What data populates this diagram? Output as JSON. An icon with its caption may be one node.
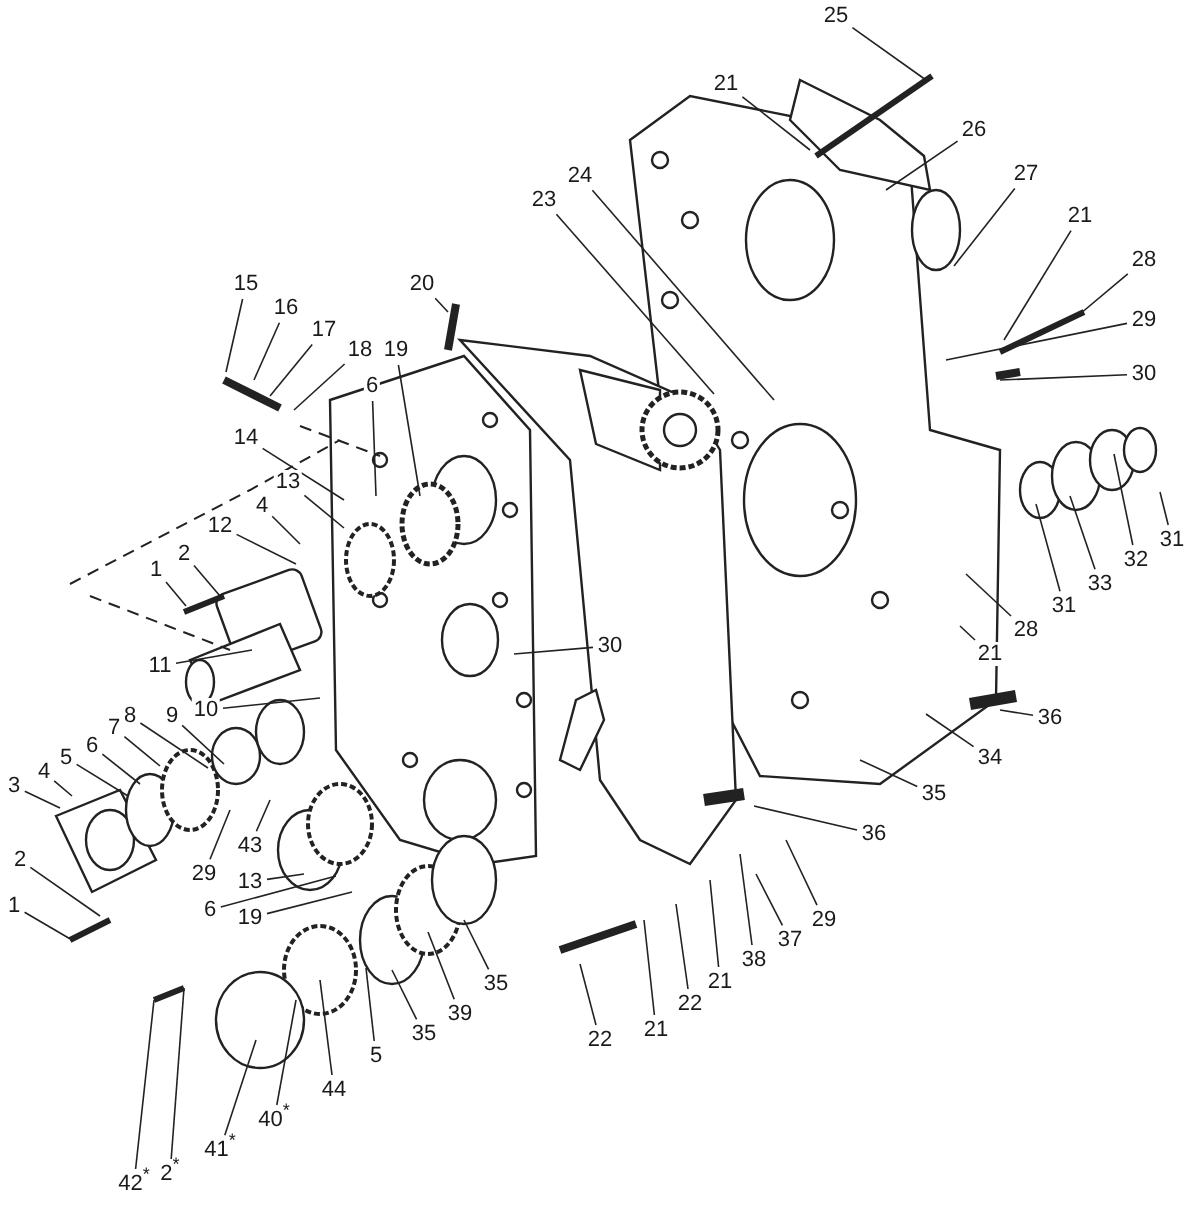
{
  "diagram": {
    "nodes": [
      {
        "text": [
          "15"
        ]
      },
      {
        "text": [
          "16"
        ]
      },
      {
        "text": [
          "17"
        ]
      },
      {
        "text": [
          "18"
        ]
      },
      {
        "text": [
          "19"
        ]
      },
      {
        "text": [
          "20"
        ]
      },
      {
        "text": [
          "6"
        ]
      },
      {
        "text": [
          "14"
        ]
      },
      {
        "text": [
          "13"
        ]
      },
      {
        "text": [
          "4"
        ]
      },
      {
        "text": [
          "12"
        ]
      },
      {
        "text": [
          "2"
        ]
      },
      {
        "text": [
          "1"
        ]
      },
      {
        "text": [
          "11"
        ]
      },
      {
        "text": [
          "10"
        ]
      },
      {
        "text": [
          "9"
        ]
      },
      {
        "text": [
          "8"
        ]
      },
      {
        "text": [
          "7"
        ]
      },
      {
        "text": [
          "6"
        ]
      },
      {
        "text": [
          "5"
        ]
      },
      {
        "text": [
          "4"
        ]
      },
      {
        "text": [
          "3"
        ]
      },
      {
        "text": [
          "2"
        ]
      },
      {
        "text": [
          "1"
        ]
      },
      {
        "text": [
          "29"
        ]
      },
      {
        "text": [
          "43"
        ]
      },
      {
        "text": [
          "13"
        ]
      },
      {
        "text": [
          "6"
        ]
      },
      {
        "text": [
          "19"
        ]
      },
      {
        "text": [
          "35"
        ]
      },
      {
        "text": [
          "39"
        ]
      },
      {
        "text": [
          "35"
        ]
      },
      {
        "text": [
          "5"
        ]
      },
      {
        "text": [
          "44"
        ]
      },
      {
        "text": [
          "40$^{*}$"
        ]
      },
      {
        "text": [
          "41$^{*}$"
        ]
      },
      {
        "text": [
          "2$^{*}$"
        ]
      },
      {
        "text": [
          "42$^{*}$"
        ]
      },
      {
        "text": [
          "25"
        ]
      },
      {
        "text": [
          "21"
        ]
      },
      {
        "text": [
          "26"
        ]
      },
      {
        "text": [
          "24"
        ]
      },
      {
        "text": [
          "23"
        ]
      },
      {
        "text": [
          "27"
        ]
      },
      {
        "text": [
          "21"
        ]
      },
      {
        "text": [
          "28"
        ]
      },
      {
        "text": [
          "29"
        ]
      },
      {
        "text": [
          "30"
        ]
      },
      {
        "text": [
          "31"
        ]
      },
      {
        "text": [
          "32"
        ]
      },
      {
        "text": [
          "33"
        ]
      },
      {
        "text": [
          "31"
        ]
      },
      {
        "text": [
          "28"
        ]
      },
      {
        "text": [
          "21"
        ]
      },
      {
        "text": [
          "30"
        ]
      },
      {
        "text": [
          "36"
        ]
      },
      {
        "text": [
          "34"
        ]
      },
      {
        "text": [
          "35"
        ]
      },
      {
        "text": [
          "36"
        ]
      },
      {
        "text": [
          "29"
        ]
      },
      {
        "text": [
          "37"
        ]
      },
      {
        "text": [
          "38"
        ]
      },
      {
        "text": [
          "21"
        ]
      },
      {
        "text": [
          "22"
        ]
      },
      {
        "text": [
          "21"
        ]
      },
      {
        "text": [
          "22"
        ]
      }
    ],
    "edges": [
      {
        "from": 0,
        "to": null,
        "arrow": "none"
      },
      {
        "from": 1,
        "to": null,
        "arrow": "none"
      },
      {
        "from": 2,
        "to": null,
        "arrow": "none"
      },
      {
        "from": 3,
        "to": null,
        "arrow": "none"
      },
      {
        "from": 4,
        "to": null,
        "arrow": "none"
      },
      {
        "from": 5,
        "to": null,
        "arrow": "none"
      },
      {
        "from": 6,
        "to": null,
        "arrow": "none"
      },
      {
        "from": 7,
        "to": null,
        "arrow": "none"
      },
      {
        "from": 8,
        "to": null,
        "arrow": "none"
      },
      {
        "from": 9,
        "to": null,
        "arrow": "none"
      },
      {
        "from": 10,
        "to": null,
        "arrow": "none"
      },
      {
        "from": 11,
        "to": null,
        "arrow": "none"
      },
      {
        "from": 12,
        "to": null,
        "arrow": "none"
      },
      {
        "from": 13,
        "to": null,
        "arrow": "none"
      },
      {
        "from": 14,
        "to": null,
        "arrow": "none"
      },
      {
        "from": 15,
        "to": null,
        "arrow": "none"
      },
      {
        "from": 16,
        "to": null,
        "arrow": "none"
      },
      {
        "from": 17,
        "to": null,
        "arrow": "none"
      },
      {
        "from": 18,
        "to": null,
        "arrow": "none"
      },
      {
        "from": 19,
        "to": null,
        "arrow": "none"
      },
      {
        "from": 20,
        "to": null,
        "arrow": "none"
      },
      {
        "from": 21,
        "to": null,
        "arrow": "none"
      },
      {
        "from": 22,
        "to": null,
        "arrow": "none"
      },
      {
        "from": 23,
        "to": null,
        "arrow": "none"
      },
      {
        "from": 24,
        "to": null,
        "arrow": "none"
      },
      {
        "from": 25,
        "to": null,
        "arrow": "none"
      },
      {
        "from": 26,
        "to": null,
        "arrow": "none"
      },
      {
        "from": 27,
        "to": null,
        "arrow": "none"
      },
      {
        "from": 28,
        "to": null,
        "arrow": "none"
      },
      {
        "from": 29,
        "to": null,
        "arrow": "none"
      },
      {
        "from": 30,
        "to": null,
        "arrow": "none"
      },
      {
        "from": 31,
        "to": null,
        "arrow": "none"
      },
      {
        "from": 32,
        "to": null,
        "arrow": "none"
      },
      {
        "from": 33,
        "to": null,
        "arrow": "none"
      },
      {
        "from": 34,
        "to": null,
        "arrow": "none"
      },
      {
        "from": 35,
        "to": null,
        "arrow": "none"
      },
      {
        "from": 36,
        "to": null,
        "arrow": "none"
      },
      {
        "from": 37,
        "to": null,
        "arrow": "none"
      },
      {
        "from": 38,
        "to": null,
        "arrow": "none"
      },
      {
        "from": 39,
        "to": null,
        "arrow": "none"
      },
      {
        "from": 40,
        "to": null,
        "arrow": "none"
      },
      {
        "from": 41,
        "to": null,
        "arrow": "none"
      },
      {
        "from": 42,
        "to": null,
        "arrow": "none"
      },
      {
        "from": 43,
        "to": null,
        "arrow": "none"
      },
      {
        "from": 44,
        "to": null,
        "arrow": "none"
      },
      {
        "from": 45,
        "to": null,
        "arrow": "none"
      },
      {
        "from": 46,
        "to": null,
        "arrow": "none"
      },
      {
        "from": 47,
        "to": null,
        "arrow": "none"
      },
      {
        "from": 48,
        "to": null,
        "arrow": "none"
      },
      {
        "from": 49,
        "to": null,
        "arrow": "none"
      },
      {
        "from": 50,
        "to": null,
        "arrow": "none"
      },
      {
        "from": 51,
        "to": null,
        "arrow": "none"
      },
      {
        "from": 52,
        "to": null,
        "arrow": "none"
      },
      {
        "from": 53,
        "to": null,
        "arrow": "none"
      },
      {
        "from": 54,
        "to": null,
        "arrow": "none"
      },
      {
        "from": 55,
        "to": null,
        "arrow": "none"
      },
      {
        "from": 56,
        "to": null,
        "arrow": "none"
      },
      {
        "from": 57,
        "to": null,
        "arrow": "none"
      },
      {
        "from": 58,
        "to": null,
        "arrow": "none"
      },
      {
        "from": 59,
        "to": null,
        "arrow": "none"
      },
      {
        "from": 60,
        "to": null,
        "arrow": "none"
      },
      {
        "from": 61,
        "to": null,
        "arrow": "none"
      },
      {
        "from": 62,
        "to": null,
        "arrow": "none"
      },
      {
        "from": 63,
        "to": null,
        "arrow": "none"
      },
      {
        "from": 64,
        "to": null,
        "arrow": "none"
      },
      {
        "from": 65,
        "to": null,
        "arrow": "none"
      }
    ]
  }
}
